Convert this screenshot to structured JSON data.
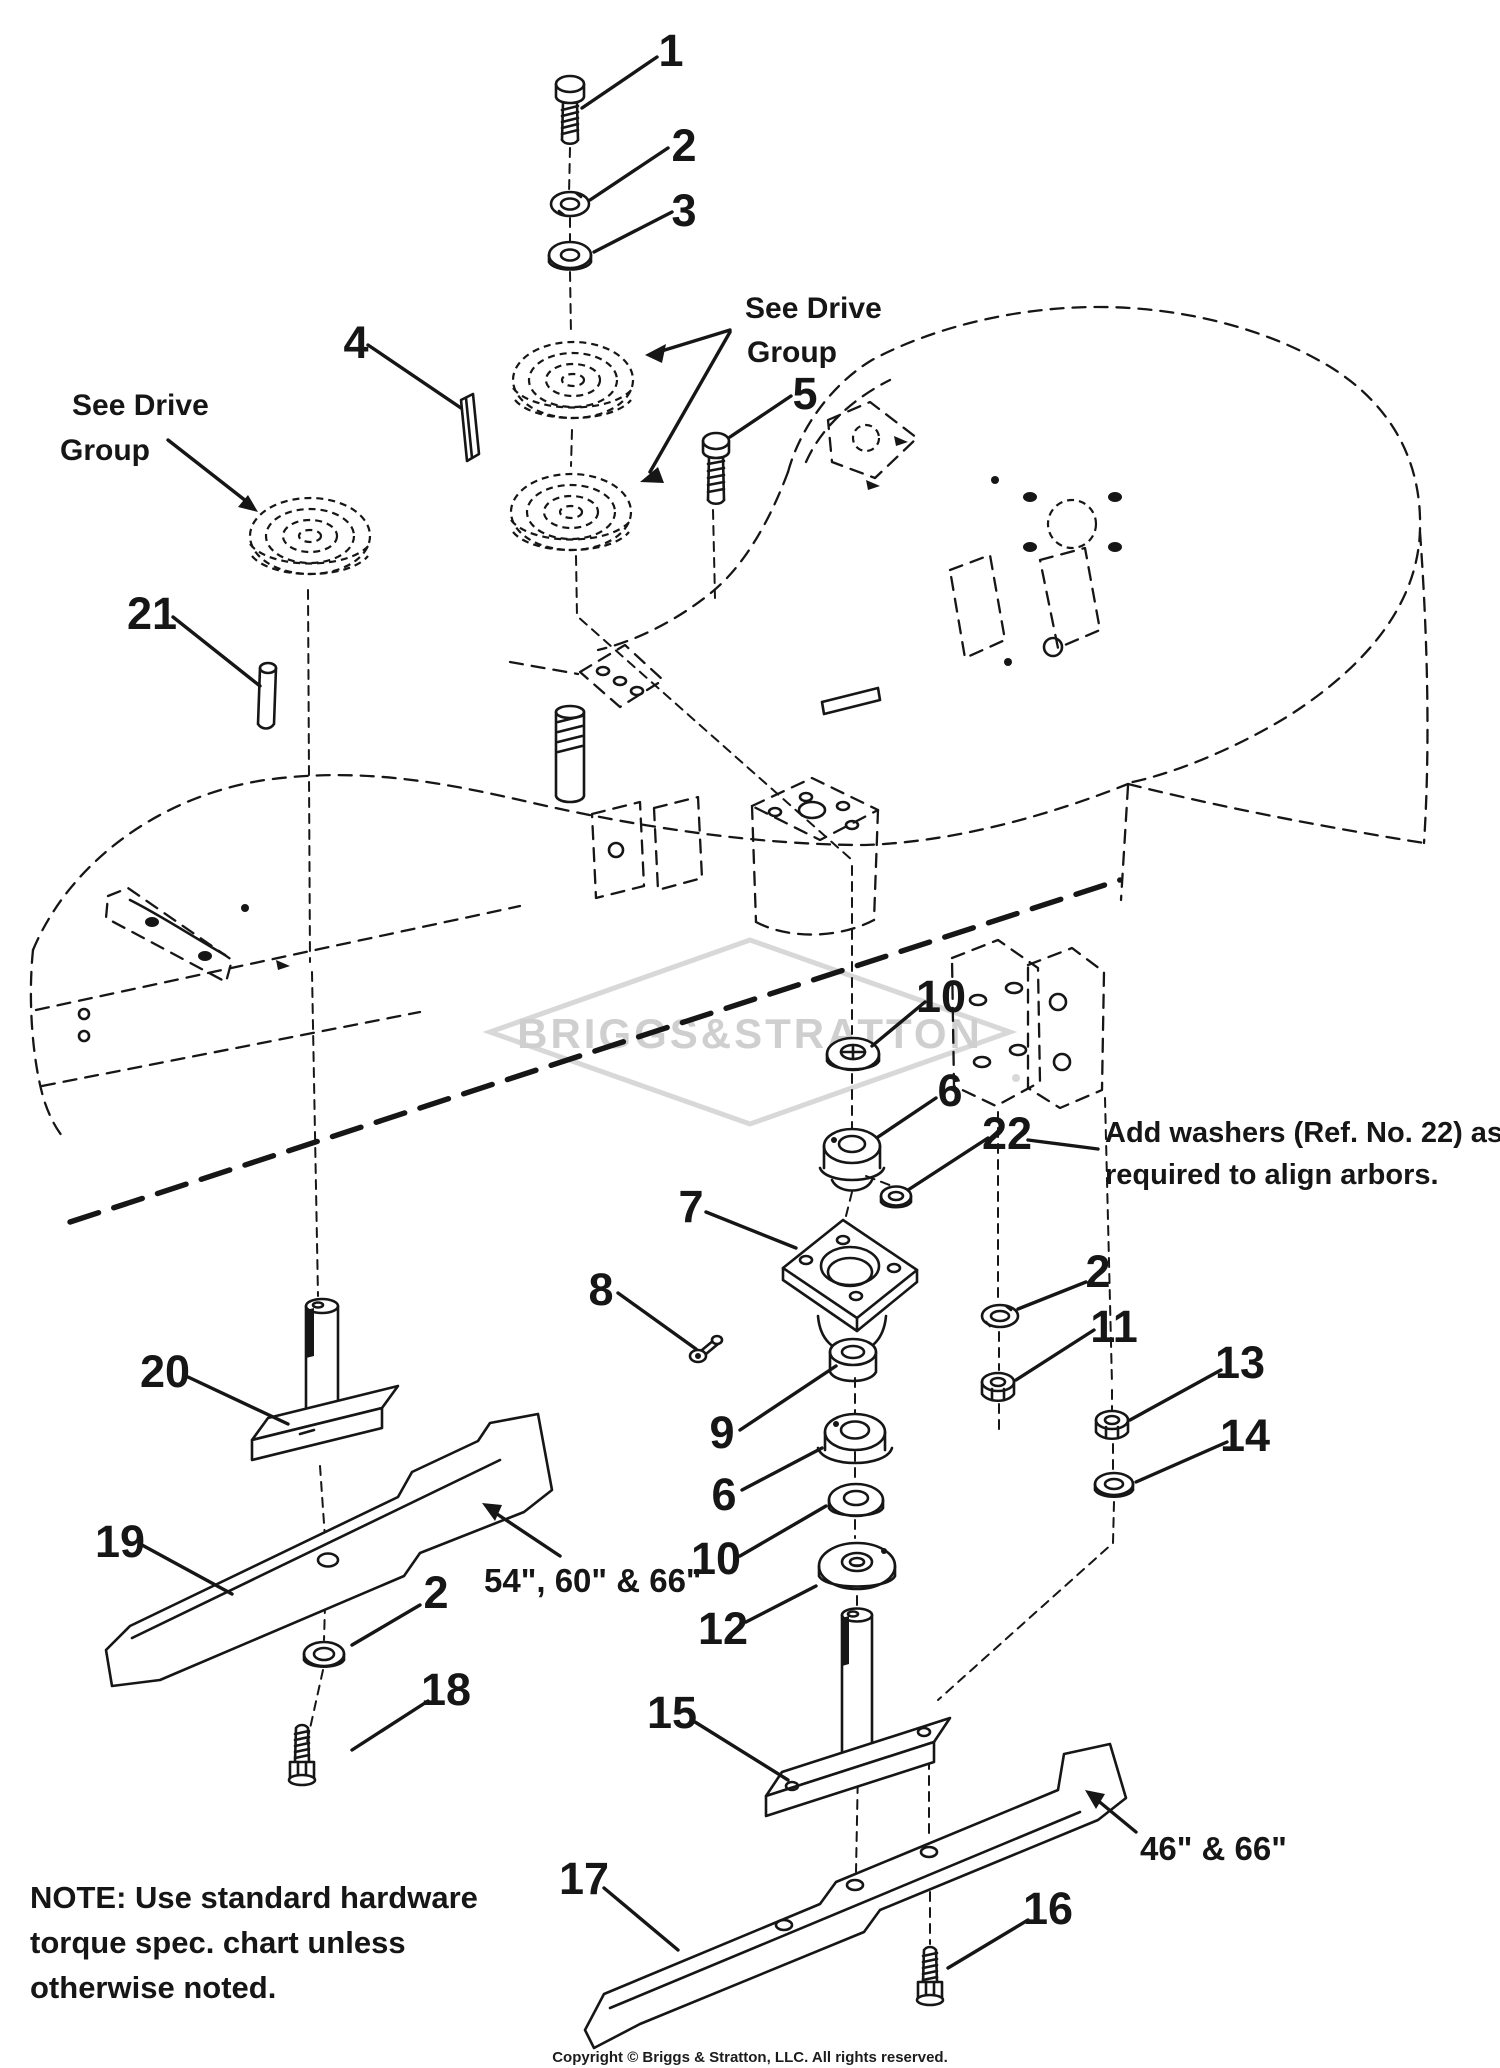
{
  "diagram": {
    "watermark": "BRIGGS&STRATTON",
    "copyright": "Copyright © Briggs & Stratton, LLC. All rights reserved.",
    "colors": {
      "ink": "#161616",
      "watermark": "#cfcfcf",
      "background": "#ffffff"
    },
    "labels": {
      "drive_left_1": "See Drive",
      "drive_left_2": "Group",
      "drive_right_1": "See Drive",
      "drive_right_2": "Group",
      "washer_note_1": "Add washers (Ref. No. 22) as",
      "washer_note_2": "required to align arbors.",
      "note_1": "NOTE: Use standard hardware",
      "note_2": "torque spec. chart unless",
      "note_3": "otherwise noted.",
      "size_mid": "54\", 60\" & 66\"",
      "size_bottom": "46\" & 66\""
    },
    "callouts": {
      "c1": "1",
      "c2_top": "2",
      "c3": "3",
      "c4": "4",
      "c5": "5",
      "c21": "21",
      "c10_upper": "10",
      "c6_upper": "6",
      "c22": "22",
      "c7": "7",
      "c8": "8",
      "c9": "9",
      "c6_lower": "6",
      "c10_lower": "10",
      "c12": "12",
      "c2_right": "2",
      "c11": "11",
      "c13": "13",
      "c14": "14",
      "c20": "20",
      "c19": "19",
      "c2_blade": "2",
      "c18": "18",
      "c15": "15",
      "c17": "17",
      "c16": "16"
    }
  }
}
